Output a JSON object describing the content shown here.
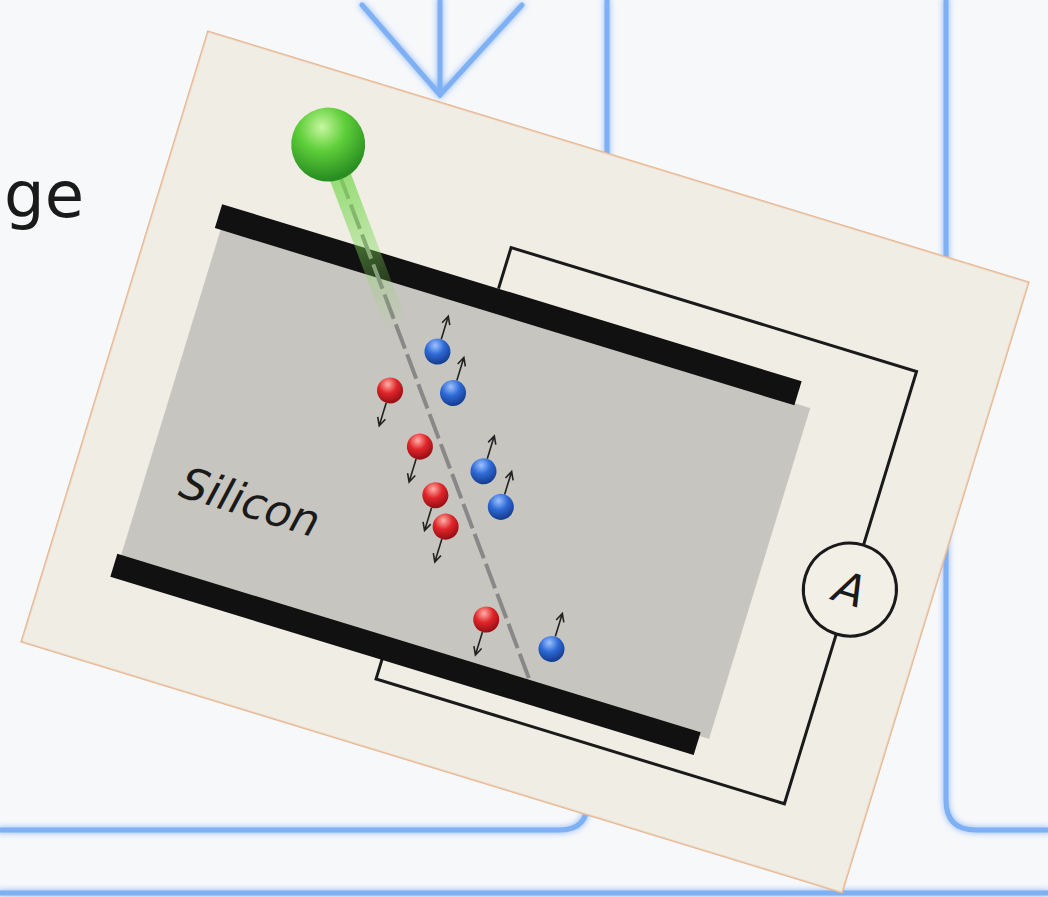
{
  "diagram": {
    "nodes": [
      {
        "text": [
          "Silicon"
        ]
      },
      {
        "text": [
          "A"
        ]
      }
    ],
    "labels": [
      "ge"
    ]
  }
}
